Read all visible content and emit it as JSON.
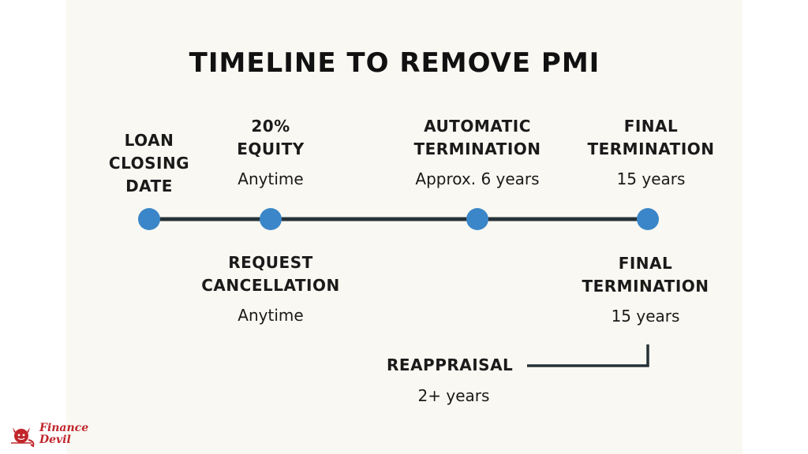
{
  "title": "TIMELINE TO REMOVE PMI",
  "colors": {
    "line": "#263238",
    "node": "#3a86c8",
    "brand": "#c0262b"
  },
  "milestones_top": [
    {
      "label": "LOAN\nCLOSING\nDATE",
      "time": ""
    },
    {
      "label": "20%\nEQUITY",
      "time": "Anytime"
    },
    {
      "label": "AUTOMATIC\nTERMINATION",
      "time": "Approx. 6 years"
    },
    {
      "label": "FINAL\nTERMINATION",
      "time": "15 years"
    }
  ],
  "milestones_bottom": [
    {
      "label": "REQUEST\nCANCELLATION",
      "time": "Anytime"
    },
    {
      "label": "FINAL\nTERMINATION",
      "time": "15 years"
    }
  ],
  "branch": {
    "label": "REAPPRAISAL",
    "time": "2+ years"
  },
  "logo": {
    "icon": "devil-icon",
    "text": "Finance\nDevil"
  }
}
